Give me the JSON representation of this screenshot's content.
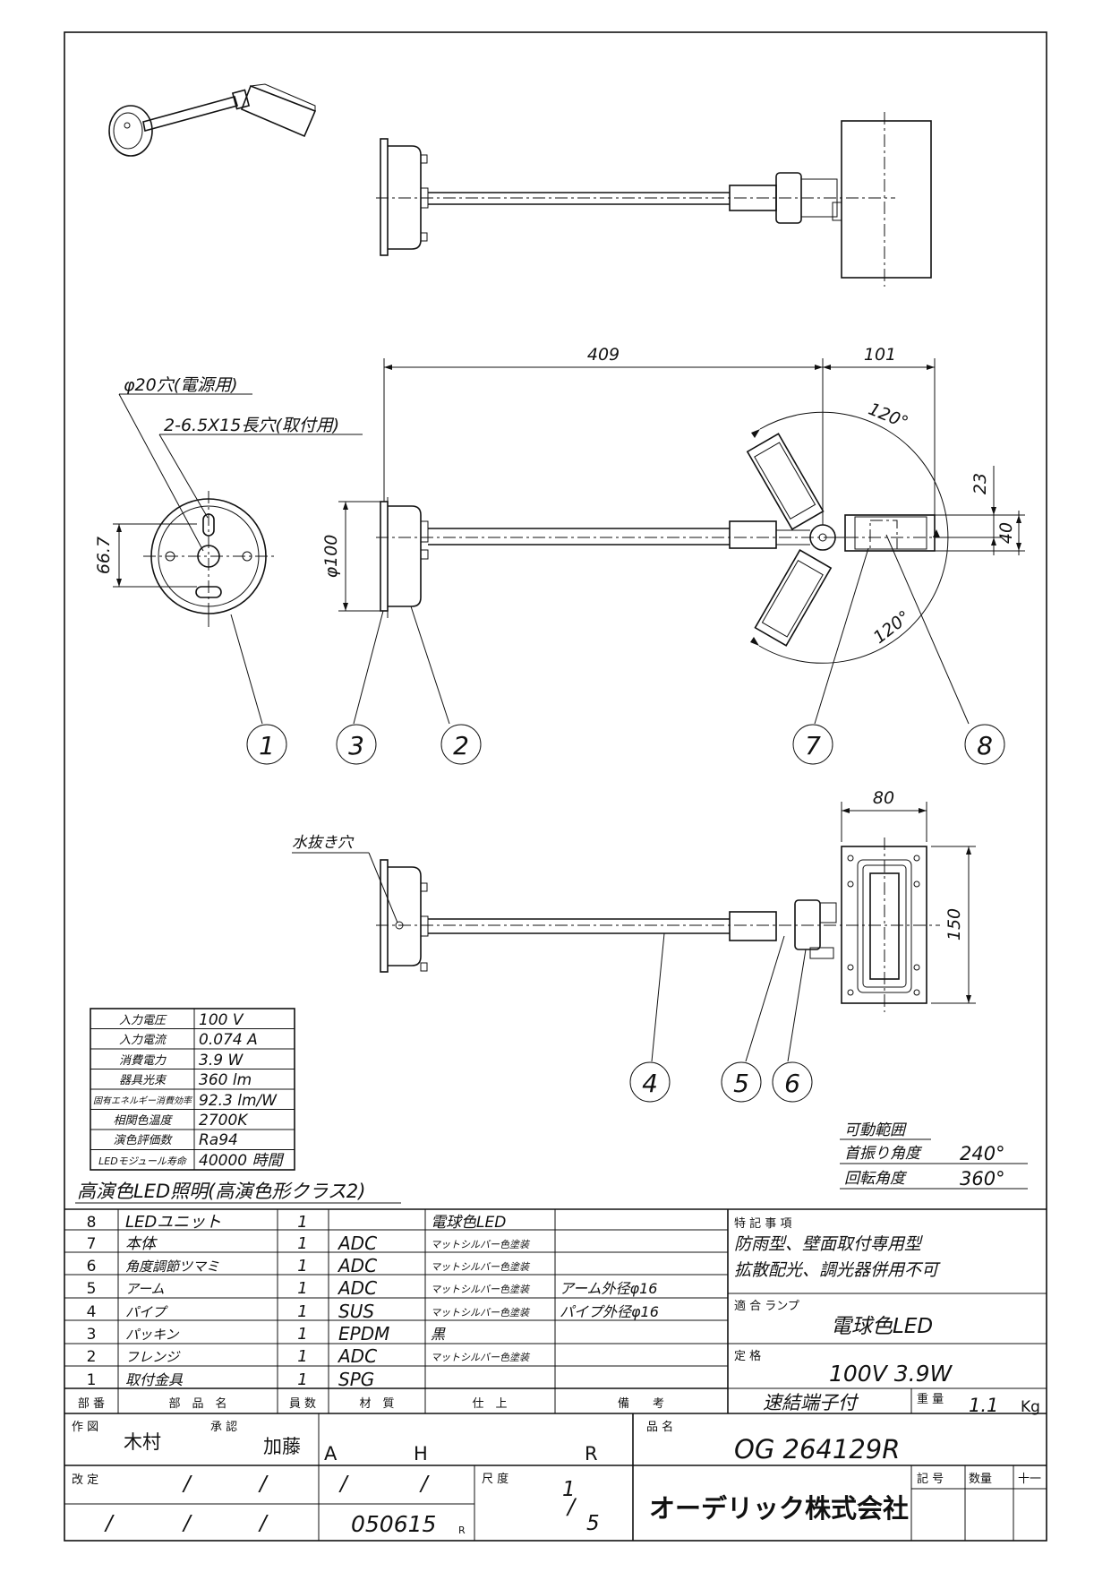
{
  "spec_table": [
    {
      "label": "入力電圧",
      "value": "100 V"
    },
    {
      "label": "入力電流",
      "value": "0.074 A"
    },
    {
      "label": "消費電力",
      "value": "3.9 W"
    },
    {
      "label": "器具光束",
      "value": "360 lm"
    },
    {
      "label": "固有エネルギー消費効率",
      "value": "92.3 lm/W"
    },
    {
      "label": "相関色温度",
      "value": "2700K"
    },
    {
      "label": "演色評価数",
      "value": "Ra94"
    },
    {
      "label": "LEDモジュール寿命",
      "value": "40000 時間"
    }
  ],
  "product_caption": "高演色LED照明(高演色形クラス2)",
  "annotations": {
    "hole_power": "φ20穴(電源用)",
    "hole_mount": "2-6.5X15長穴(取付用)",
    "drain_hole": "水抜き穴",
    "dim_667": "66.7",
    "dim_100": "φ100",
    "dim_409": "409",
    "dim_101": "101",
    "dim_23": "23",
    "dim_40": "40",
    "dim_80": "80",
    "dim_150": "150",
    "angle_upper": "120°",
    "angle_lower": "120°"
  },
  "balloons": [
    "1",
    "3",
    "2",
    "7",
    "8",
    "4",
    "5",
    "6"
  ],
  "movable_range": {
    "title": "可動範囲",
    "rows": [
      {
        "label": "首振り角度",
        "value": "240°"
      },
      {
        "label": "回転角度",
        "value": "360°"
      }
    ]
  },
  "parts": {
    "header": {
      "no": "部 番",
      "name": "部　品　名",
      "qty": "員 数",
      "material": "材　質",
      "finish": "仕　上",
      "remarks": "備　　考"
    },
    "rows": [
      {
        "no": "8",
        "name": "LEDユニット",
        "qty": "1",
        "material": "",
        "finish": "電球色LED",
        "remarks": ""
      },
      {
        "no": "7",
        "name": "本体",
        "qty": "1",
        "material": "ADC",
        "finish": "マットシルバー色塗装",
        "remarks": ""
      },
      {
        "no": "6",
        "name": "角度調節ツマミ",
        "qty": "1",
        "material": "ADC",
        "finish": "マットシルバー色塗装",
        "remarks": ""
      },
      {
        "no": "5",
        "name": "アーム",
        "qty": "1",
        "material": "ADC",
        "finish": "マットシルバー色塗装",
        "remarks": "アーム外径φ16"
      },
      {
        "no": "4",
        "name": "パイプ",
        "qty": "1",
        "material": "SUS",
        "finish": "マットシルバー色塗装",
        "remarks": "パイプ外径φ16"
      },
      {
        "no": "3",
        "name": "パッキン",
        "qty": "1",
        "material": "EPDM",
        "finish": "黒",
        "remarks": ""
      },
      {
        "no": "2",
        "name": "フレンジ",
        "qty": "1",
        "material": "ADC",
        "finish": "マットシルバー色塗装",
        "remarks": ""
      },
      {
        "no": "1",
        "name": "取付金具",
        "qty": "1",
        "material": "SPG",
        "finish": "",
        "remarks": ""
      }
    ]
  },
  "notes": {
    "special_label": "特 記 事 項",
    "special_line1": "防雨型、壁面取付専用型",
    "special_line2": "拡散配光、調光器併用不可",
    "lamp_label": "適 合 ランプ",
    "lamp_value": "電球色LED",
    "rating_label": "定 格",
    "rating_value": "100V 3.9W",
    "terminal": "速結端子付",
    "weight_label": "重 量",
    "weight_value": "1.1",
    "weight_unit": "Kg"
  },
  "title_block": {
    "drawn_label": "作 図",
    "drawn_by": "木村",
    "approved_label": "承 認",
    "approved_by": "加藤",
    "rev_a": "A",
    "rev_h": "H",
    "rev_r": "R",
    "name_label": "品 名",
    "product_code": "OG 264129R",
    "revision_label": "改 定",
    "date": "050615",
    "date_suffix": "R",
    "scale_label": "尺 度",
    "scale_num": "1",
    "scale_den": "5",
    "company": "オーデリック株式会社",
    "symbol_label": "記 号",
    "qty_label": "数量",
    "extra_label": "十一"
  }
}
